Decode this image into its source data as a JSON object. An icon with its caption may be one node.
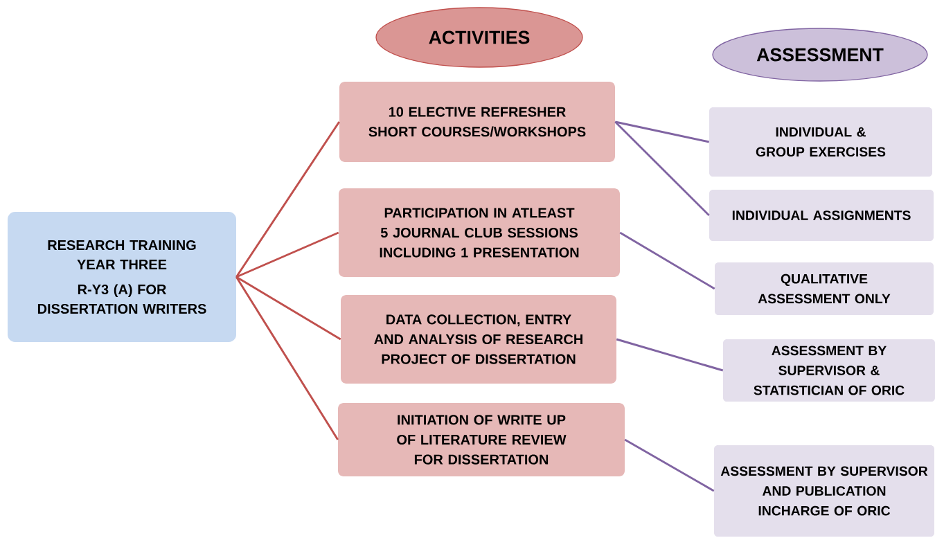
{
  "diagram": {
    "nodes": [
      {
        "text": [
          "RESEARCH TRAINING YEAR THREE",
          "R-Y3 (A) FOR DISSERTATION WRITERS"
        ]
      },
      {
        "text": [
          "ACTIVITIES"
        ]
      },
      {
        "text": [
          "ASSESSMENT"
        ]
      },
      {
        "text": [
          "10 ELECTIVE REFRESHER SHORT COURSES/WORKSHOPS"
        ]
      },
      {
        "text": [
          "PARTICIPATION IN ATLEAST 5 JOURNAL CLUB SESSIONS INCLUDING 1 PRESENTATION"
        ]
      },
      {
        "text": [
          "DATA COLLECTION, ENTRY AND ANALYSIS OF RESEARCH PROJECT OF DISSERTATION"
        ]
      },
      {
        "text": [
          "INITIATION OF WRITE UP OF LITERATURE REVIEW FOR DISSERTATION"
        ]
      },
      {
        "text": [
          "INDIVIDUAL & GROUP EXERCISES"
        ]
      },
      {
        "text": [
          "INDIVIDUAL ASSIGNMENTS"
        ]
      },
      {
        "text": [
          "QUALITATIVE ASSESSMENT ONLY"
        ]
      },
      {
        "text": [
          "ASSESSMENT BY SUPERVISOR & STATISTICIAN OF ORIC"
        ]
      },
      {
        "text": [
          "ASSESSMENT BY SUPERVISOR AND PUBLICATION INCHARGE OF ORIC"
        ]
      }
    ],
    "edges": [
      {
        "from": 0,
        "to": 3,
        "arrow": "none",
        "color": "#c0504d"
      },
      {
        "from": 0,
        "to": 4,
        "arrow": "none",
        "color": "#c0504d"
      },
      {
        "from": 0,
        "to": 5,
        "arrow": "none",
        "color": "#c0504d"
      },
      {
        "from": 0,
        "to": 6,
        "arrow": "none",
        "color": "#c0504d"
      },
      {
        "from": 3,
        "to": 7,
        "arrow": "none"
      },
      {
        "from": 3,
        "to": 8,
        "arrow": "none"
      },
      {
        "from": 4,
        "to": 9,
        "arrow": "none"
      },
      {
        "from": 5,
        "to": 10,
        "arrow": "none"
      },
      {
        "from": 6,
        "to": 11,
        "arrow": "none"
      }
    ]
  }
}
